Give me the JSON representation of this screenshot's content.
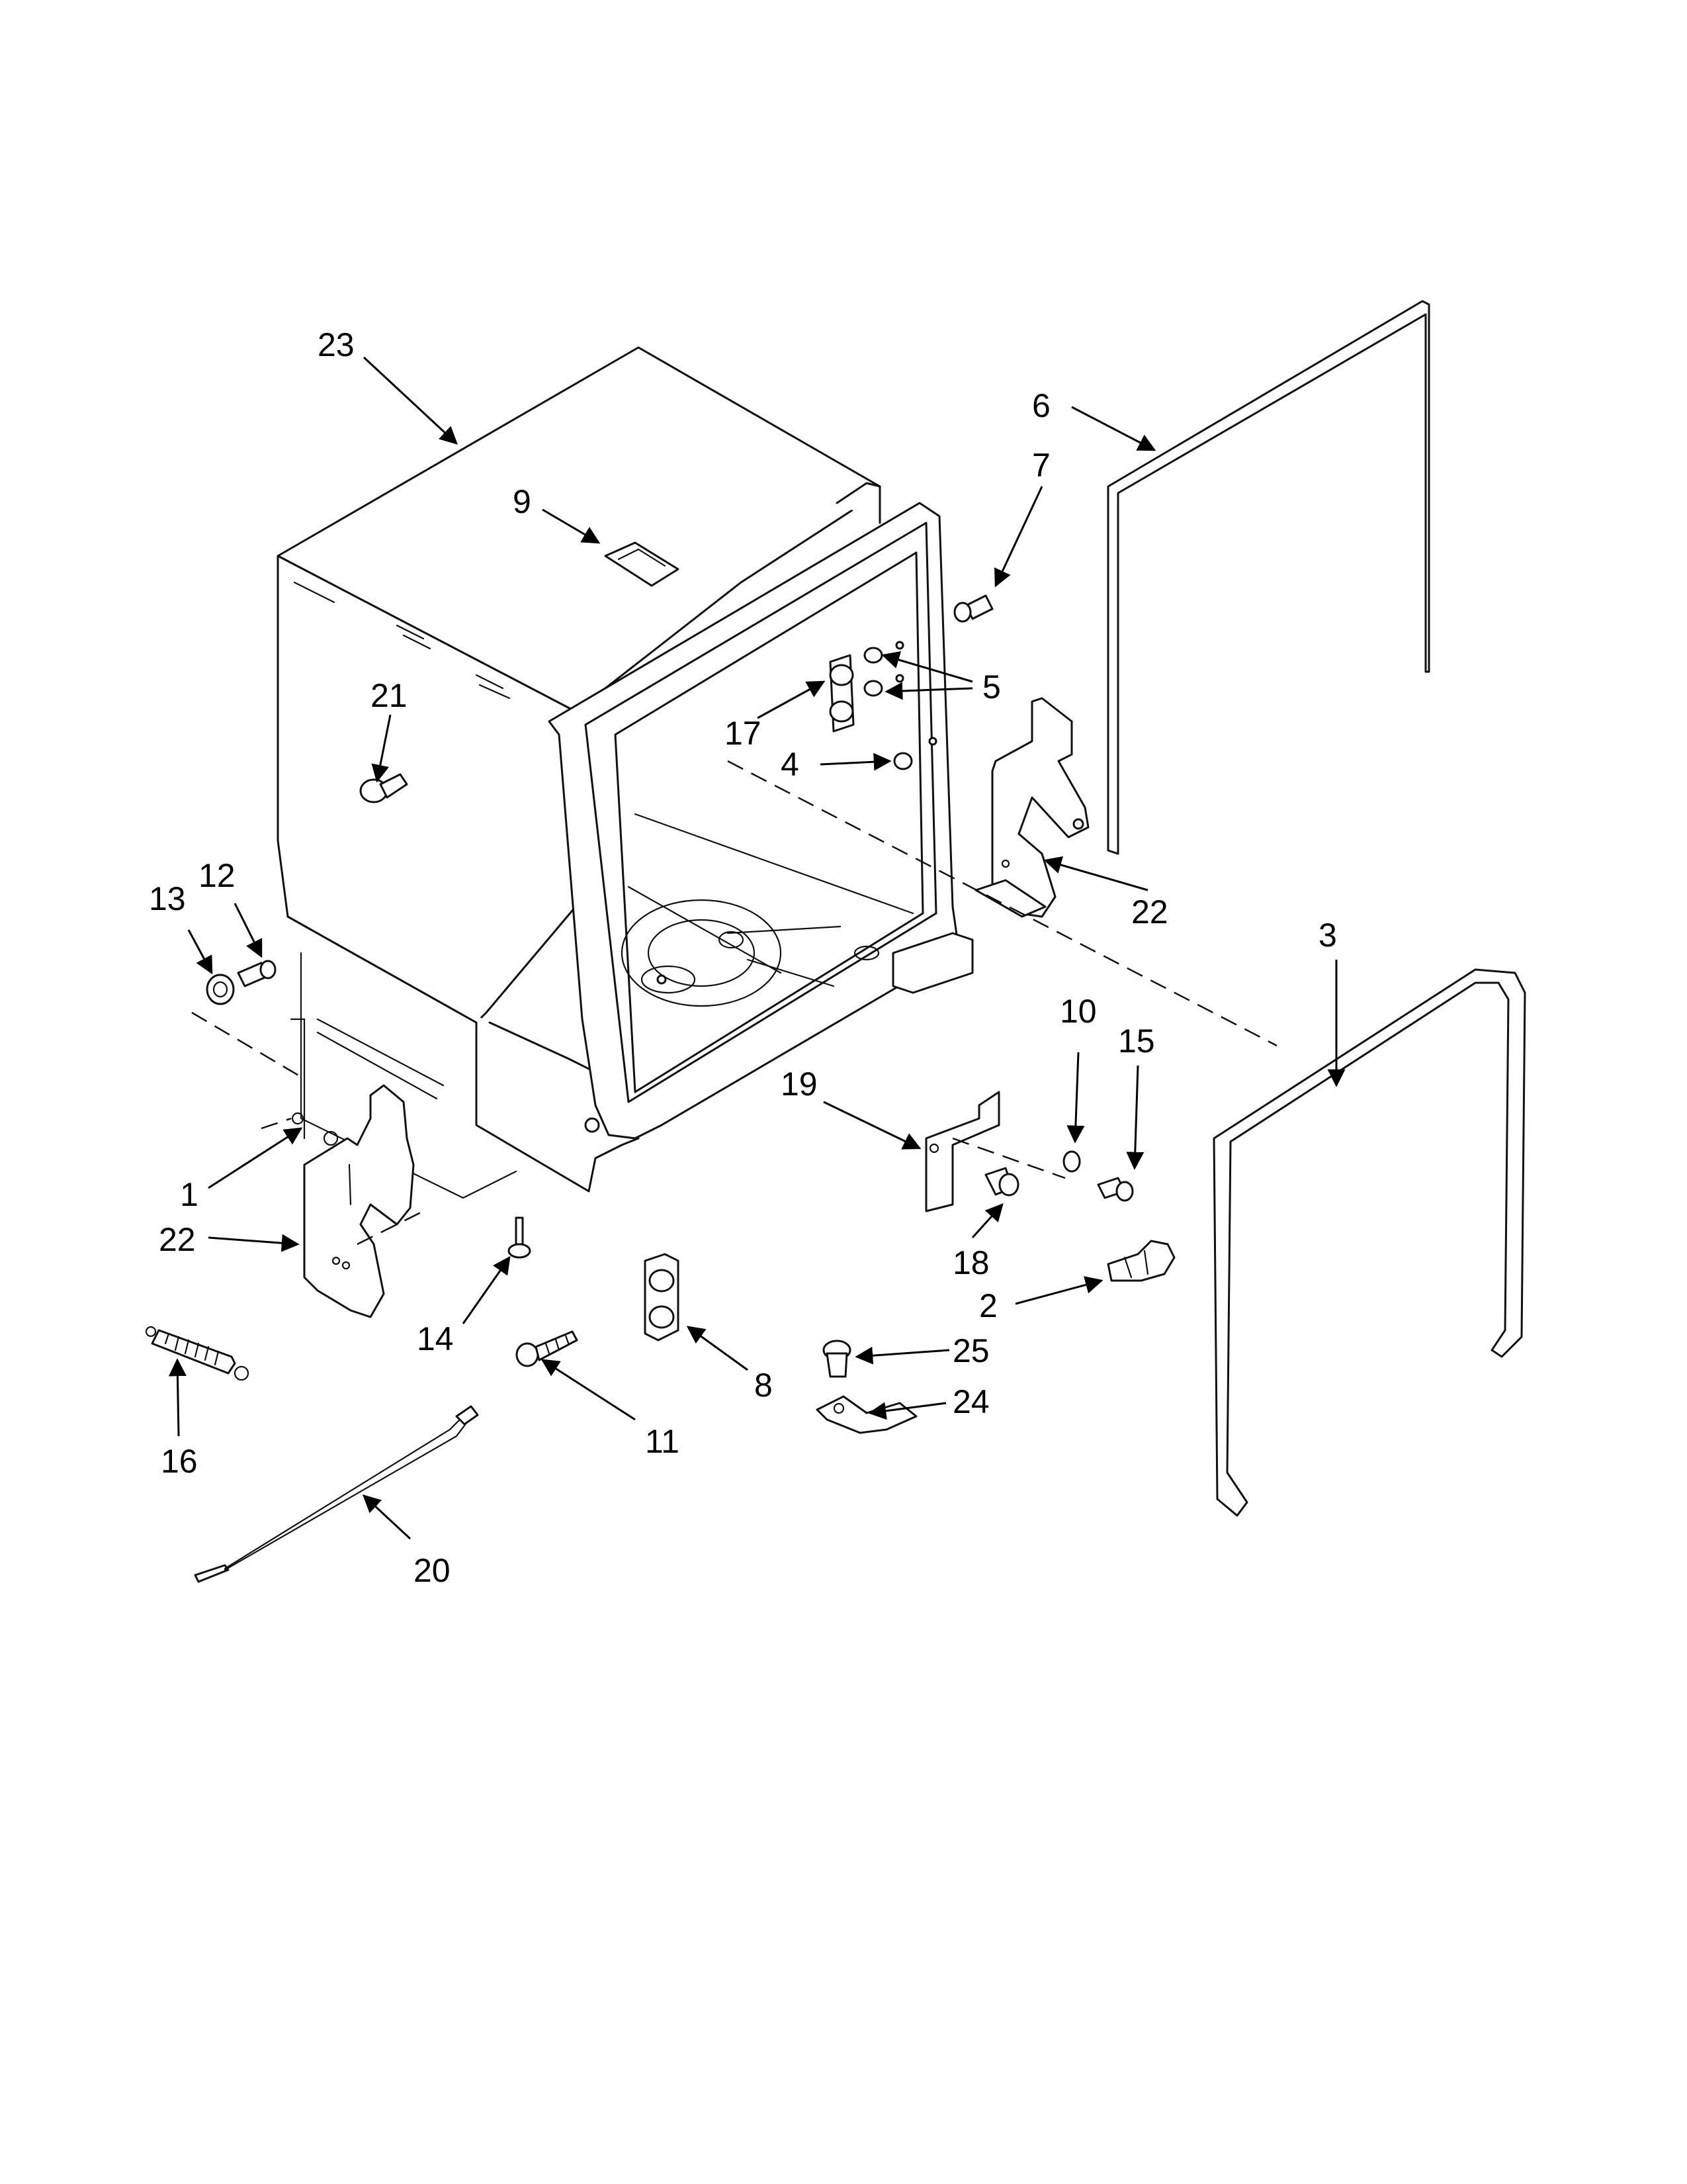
{
  "callouts": [
    {
      "label": "23"
    },
    {
      "label": "9"
    },
    {
      "label": "6"
    },
    {
      "label": "7"
    },
    {
      "label": "5"
    },
    {
      "label": "17"
    },
    {
      "label": "4"
    },
    {
      "label": "21"
    },
    {
      "label": "22"
    },
    {
      "label": "12"
    },
    {
      "label": "13"
    },
    {
      "label": "3"
    },
    {
      "label": "10"
    },
    {
      "label": "15"
    },
    {
      "label": "19"
    },
    {
      "label": "1"
    },
    {
      "label": "22"
    },
    {
      "label": "18"
    },
    {
      "label": "2"
    },
    {
      "label": "14"
    },
    {
      "label": "8"
    },
    {
      "label": "25"
    },
    {
      "label": "24"
    },
    {
      "label": "16"
    },
    {
      "label": "11"
    },
    {
      "label": "20"
    }
  ]
}
